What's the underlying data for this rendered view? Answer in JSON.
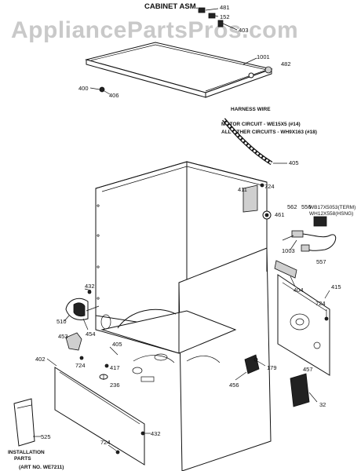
{
  "watermark": "AppliancePartsPros.com",
  "title": "CABINET ASM.",
  "harness": {
    "heading": "HARNESS WIRE",
    "motor_circuit": "MOTOR CIRCUIT - WE15X5 (#14)",
    "other_circuits": "ALL OTHER CIRCUITS - WH9X163 (#18)"
  },
  "callouts": {
    "p481": "481",
    "p152": "152",
    "p403": "403",
    "p1001": "1001",
    "p482": "482",
    "p400": "400",
    "p406": "406",
    "p405a": "405",
    "p411": "411",
    "p724a": "724",
    "p461": "461",
    "p562": "562",
    "p556": "556",
    "p1003": "1003",
    "p557": "557",
    "p404": "404",
    "p415": "415",
    "p724b": "724",
    "p432a": "432",
    "p510": "510",
    "p454": "454",
    "p453": "453",
    "p405b": "405",
    "p724c": "724",
    "p417": "417",
    "p236": "236",
    "p402": "402",
    "p456": "456",
    "p179": "179",
    "p457": "457",
    "p32": "32",
    "p525": "525",
    "p432b": "432",
    "p724d": "724"
  },
  "part_numbers": {
    "term": "WB17X5053(TERM)",
    "hsng": "WH12X558(HSNG)"
  },
  "installation": {
    "line1": "INSTALLATION",
    "line2": "PARTS",
    "art_no": "(ART NO. WE7211)"
  }
}
